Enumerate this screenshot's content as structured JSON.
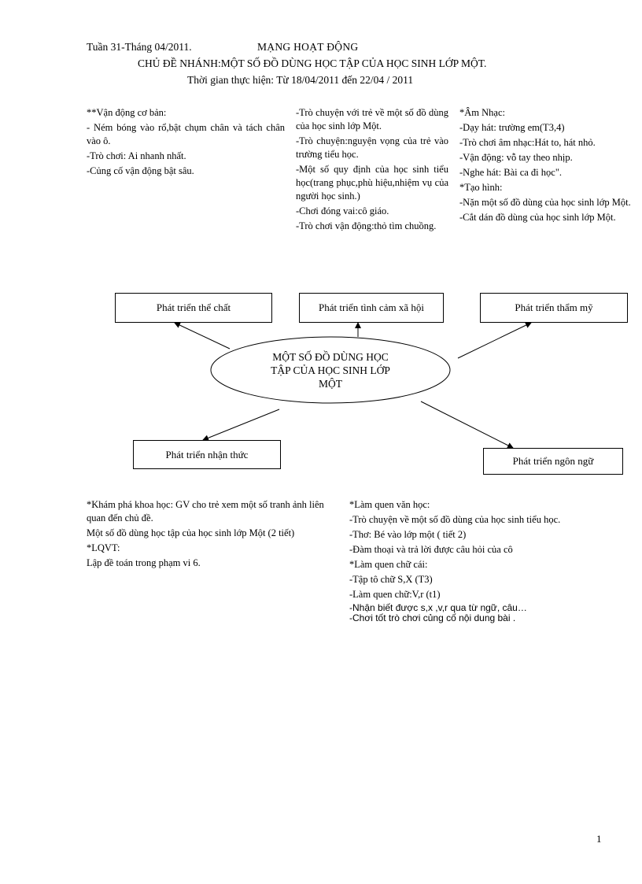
{
  "header": {
    "week": "Tuần 31-Tháng  04/2011.",
    "title": "MẠNG HOẠT ĐỘNG",
    "subtitle": "CHỦ ĐỀ NHÁNH:MỘT SỐ ĐỒ DÙNG HỌC TẬP CỦA HỌC SINH  LỚP MỘT.",
    "time": "Thời gian thực hiện: Từ 18/04/2011 đến 22/04 / 2011"
  },
  "physical_activities": [
    "**Vận động cơ bản:",
    "- Ném bóng vào rổ,bật chụm chân và tách chân vào ô.",
    "-Trò chơi:    Ai nhanh nhất.",
    "-Củng cố vận động  bật sâu."
  ],
  "social_activities": [
    "-Trò chuyện với trẻ về một số đồ dùng của học sinh lớp Một.",
    "-Trò chuyện:nguyện vọng của trẻ vào trường tiểu học.",
    "-Một số quy định của học sinh tiểu học(trang phục,phù hiệu,nhiệm  vụ của người học sinh.)",
    "-Chơi đóng vai:cô giáo.",
    "-Trò chơi vận động:thỏ tìm chuồng."
  ],
  "art_activities": [
    "*Âm Nhạc:",
    "-Dạy hát:      trường      em(T3,4)",
    "-Trò chơi âm nhạc:Hát to, hát nhỏ.",
    "-Vận động: vỗ tay theo nhịp.",
    "-Nghe hát: Bài  ca đi học\".",
    "*Tạo hình:",
    "-Nặn một số đồ dùng của học sinh lớp Một.",
    "-Cắt dán đồ dùng của học sinh lớp Một."
  ],
  "boxes": {
    "physical": "Phát triển thể chất",
    "social": "Phát triển tình cảm xã hội",
    "art": "Phát triển thẩm mỹ",
    "cognitive": "Phát triển nhận thức",
    "language": "Phát triển ngôn ngữ"
  },
  "center": {
    "line1": "MỘT SỐ ĐỒ DÙNG HỌC",
    "line2": "TẬP CỦA HỌC SINH LỚP",
    "line3": "MỘT"
  },
  "cognitive_activities": [
    "*Khám phá khoa học: GV cho trẻ xem một số tranh ảnh liên quan đến chủ đề.",
    "Một số đồ dùng học tập của học sinh lớp Một (2 tiết)",
    "*LQVT:",
    "Lập đề toán trong phạm vi 6."
  ],
  "language_activities": [
    "*Làm quen văn học:",
    "-Trò chuyện về một số đồ dùng của học sinh tiểu học.",
    "-Thơ: Bé vào lớp một ( tiết 2)",
    "-Đàm thoại và trả lời được câu hỏi của cô",
    "*Làm quen chữ cái:",
    "-Tập tô chữ  S,X (T3)",
    "-Làm quen chữ:V,r (t1)",
    "-Nhận biết được s,x ,v,r qua từ ngữ, câu…",
    "-Chơi tốt trò chơi củng cố nội dung bài ."
  ],
  "page_number": "1"
}
